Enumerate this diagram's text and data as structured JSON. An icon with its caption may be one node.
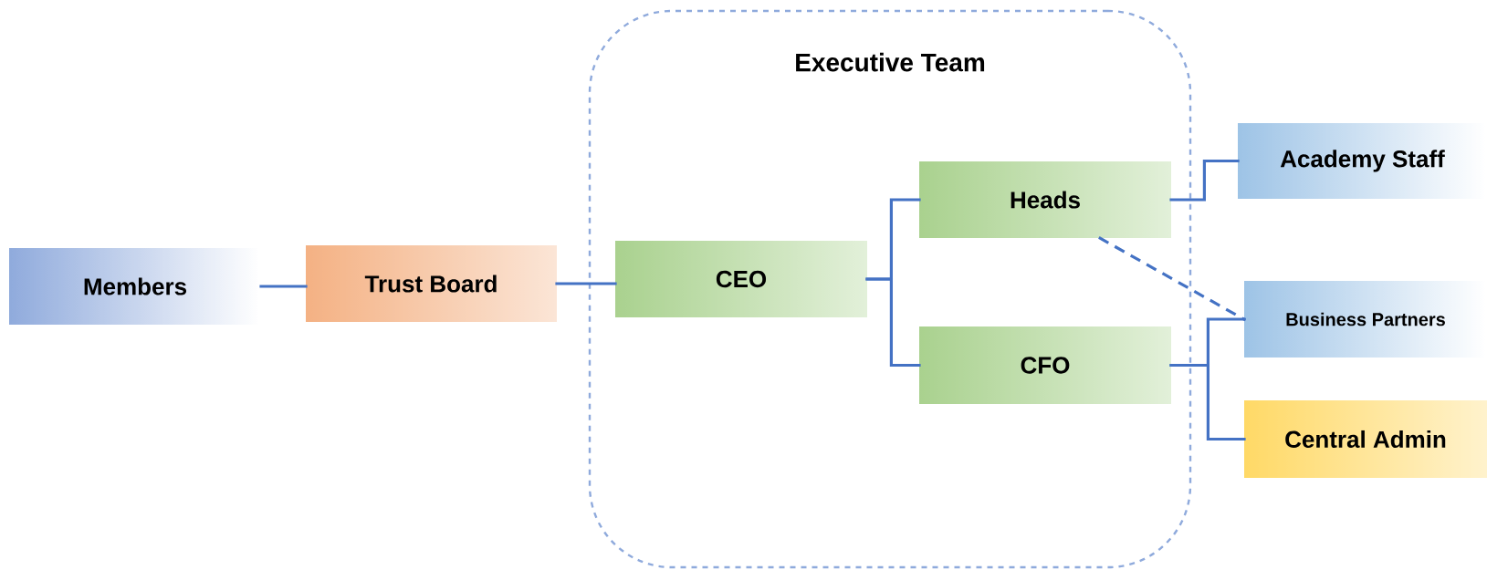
{
  "diagram": {
    "nodes": [
      {
        "text": [
          "Members"
        ]
      },
      {
        "text": [
          "Trust Board"
        ]
      },
      {
        "text": [
          "Executive Team"
        ]
      },
      {
        "text": [
          "CEO"
        ],
        "in": 2
      },
      {
        "text": [
          "Heads"
        ],
        "in": 2
      },
      {
        "text": [
          "CFO"
        ],
        "in": 2
      },
      {
        "text": [
          "Academy Staff"
        ]
      },
      {
        "text": [
          "Business Partners"
        ]
      },
      {
        "text": [
          "Central Admin"
        ]
      }
    ],
    "edges": [
      {
        "from": 0,
        "to": 1,
        "arrow": "none"
      },
      {
        "from": 1,
        "to": 3,
        "arrow": "none"
      },
      {
        "from": 3,
        "to": 4,
        "arrow": "none"
      },
      {
        "from": 3,
        "to": 5,
        "arrow": "none"
      },
      {
        "from": 4,
        "to": 6,
        "arrow": "none"
      },
      {
        "from": 4,
        "to": 7,
        "arrow": "none",
        "style": "dashed"
      },
      {
        "from": 5,
        "to": 7,
        "arrow": "none"
      },
      {
        "from": 5,
        "to": 8,
        "arrow": "none"
      }
    ]
  }
}
